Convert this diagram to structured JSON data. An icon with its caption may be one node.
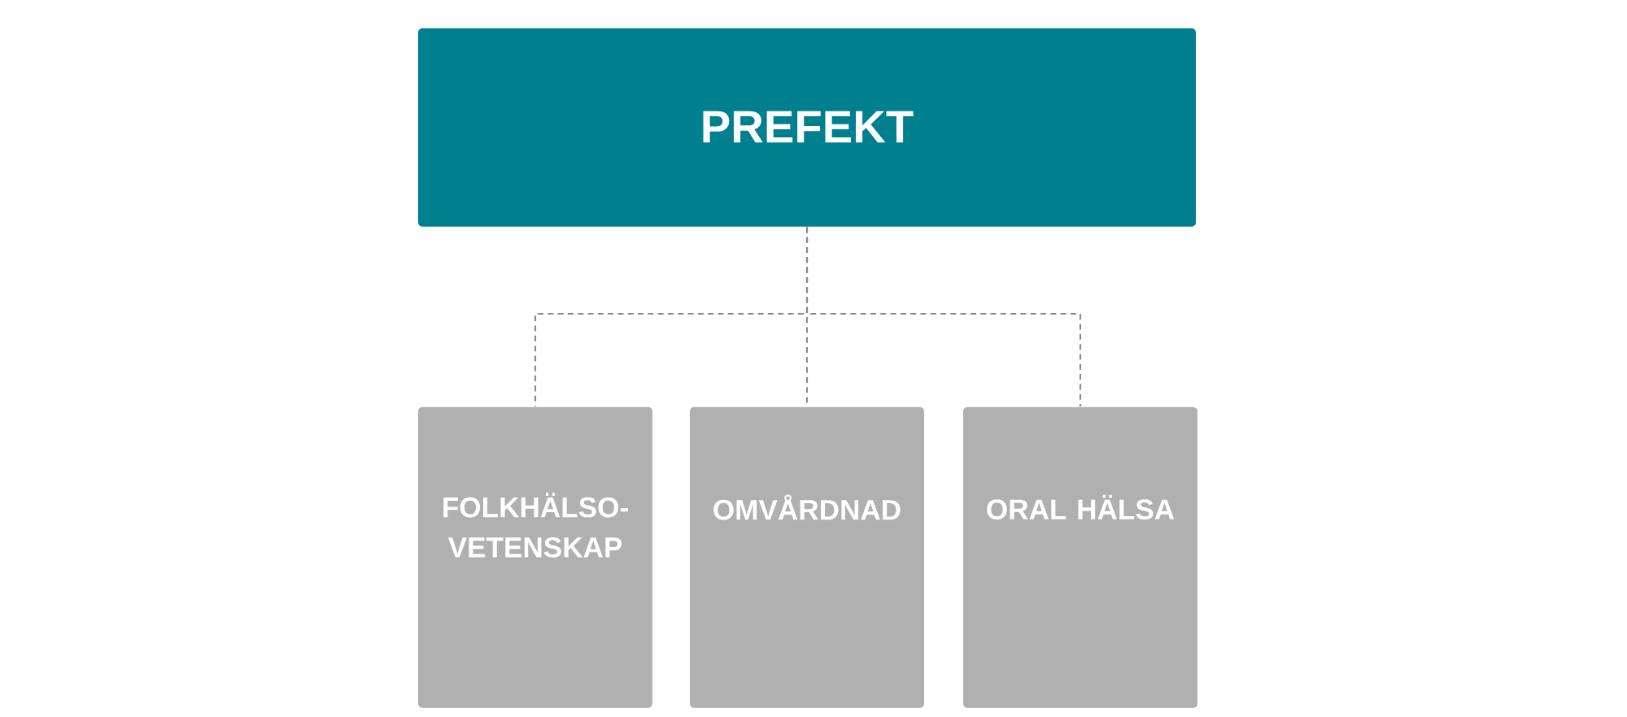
{
  "diagram": {
    "nodes": [
      {
        "text": [
          "PREFEKT"
        ]
      },
      {
        "text": [
          "FOLKHÄLSO- VETENSKAP"
        ]
      },
      {
        "text": [
          "OMVÅRDNAD"
        ]
      },
      {
        "text": [
          "ORAL HÄLSA"
        ]
      }
    ],
    "edges": [
      {
        "from": 0,
        "to": 1,
        "arrow": "none",
        "style": "dashed"
      },
      {
        "from": 0,
        "to": 2,
        "arrow": "none",
        "style": "dashed"
      },
      {
        "from": 0,
        "to": 3,
        "arrow": "none",
        "style": "dashed"
      }
    ]
  }
}
